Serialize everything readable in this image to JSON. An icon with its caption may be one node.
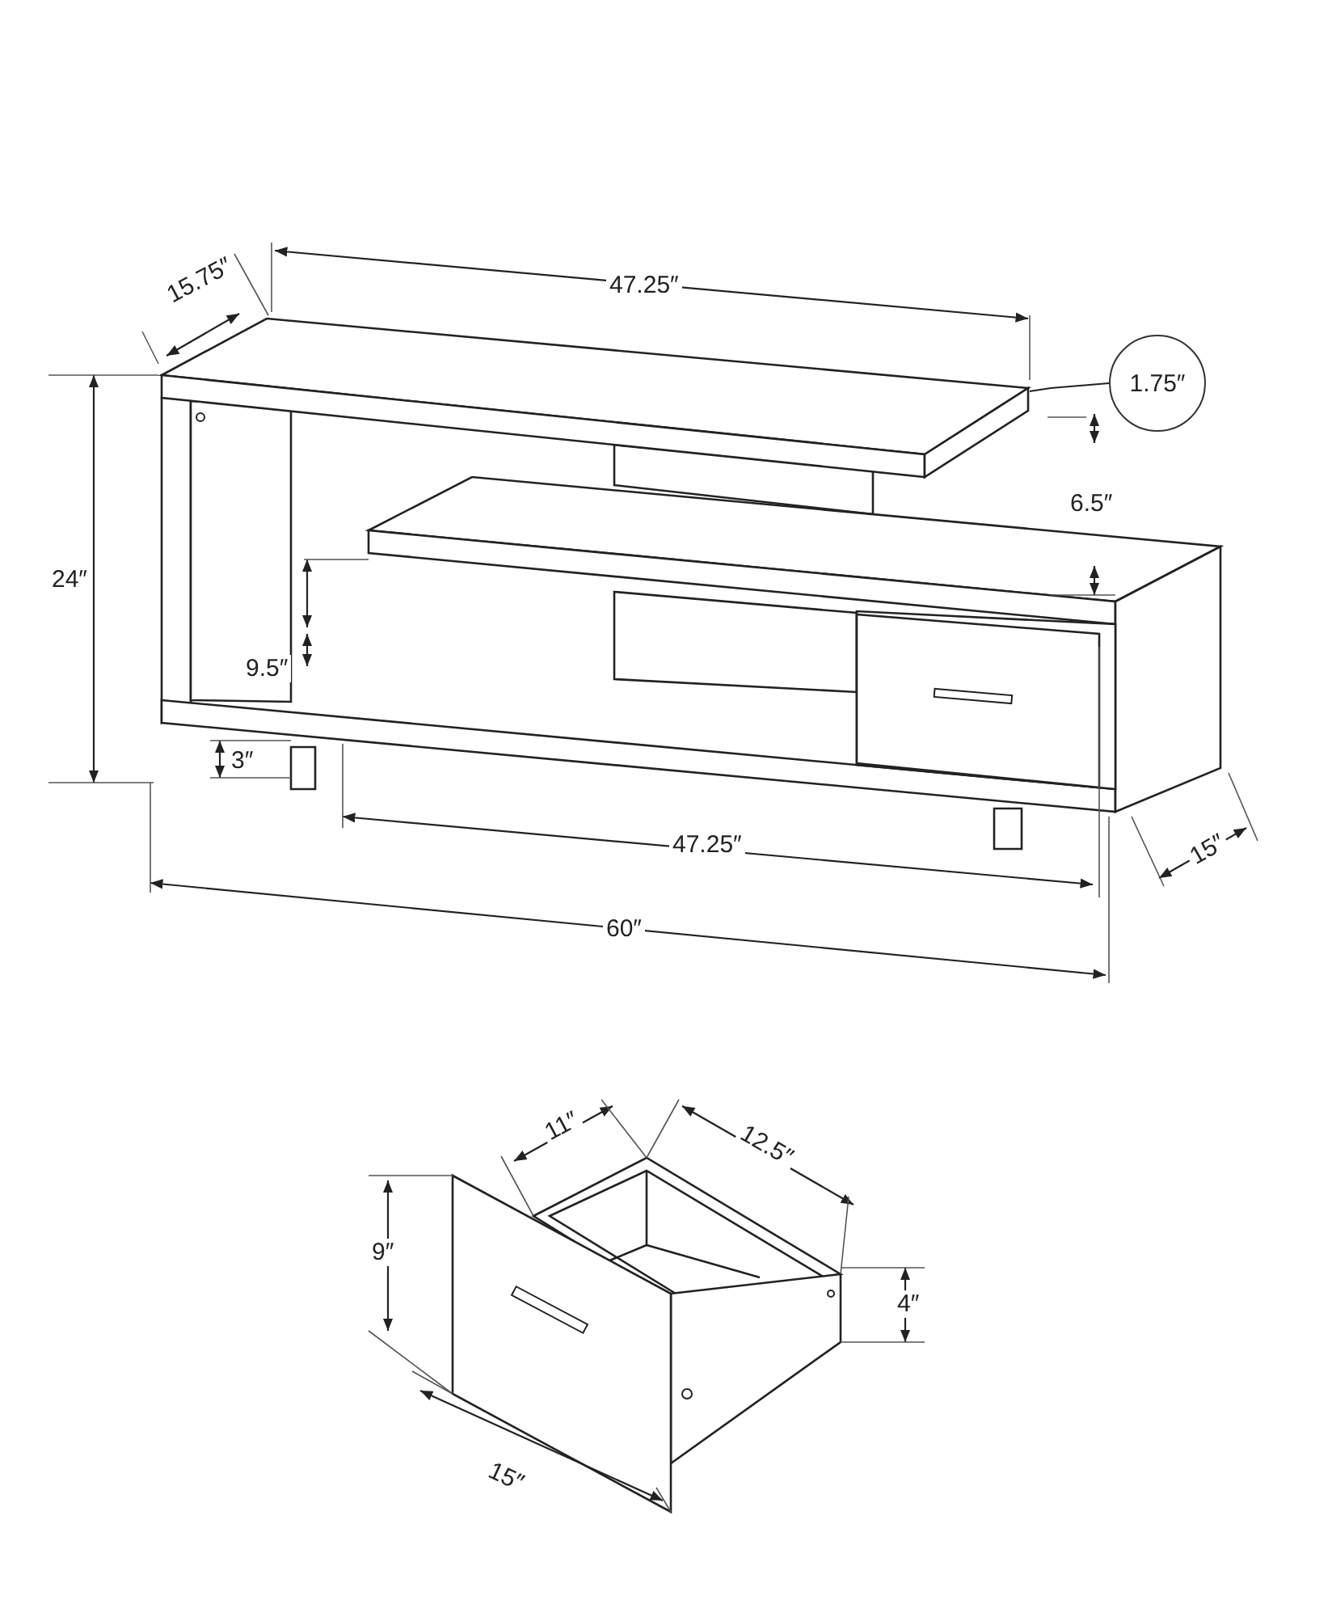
{
  "diagram": {
    "nodes": [
      {
        "text": [
          "1.75″"
        ]
      },
      {
        "text": [],
        "shape": "box"
      }
    ],
    "edges": [
      {
        "from": 0,
        "to": 1,
        "arrow": "none"
      }
    ],
    "labels": [
      "15.75″",
      "47.25″",
      "24″",
      "6.5″",
      "9.5″",
      "3″",
      "47.25″",
      "15″",
      "60″",
      "11″",
      "12.5″",
      "9″",
      "4″",
      "15″"
    ]
  }
}
